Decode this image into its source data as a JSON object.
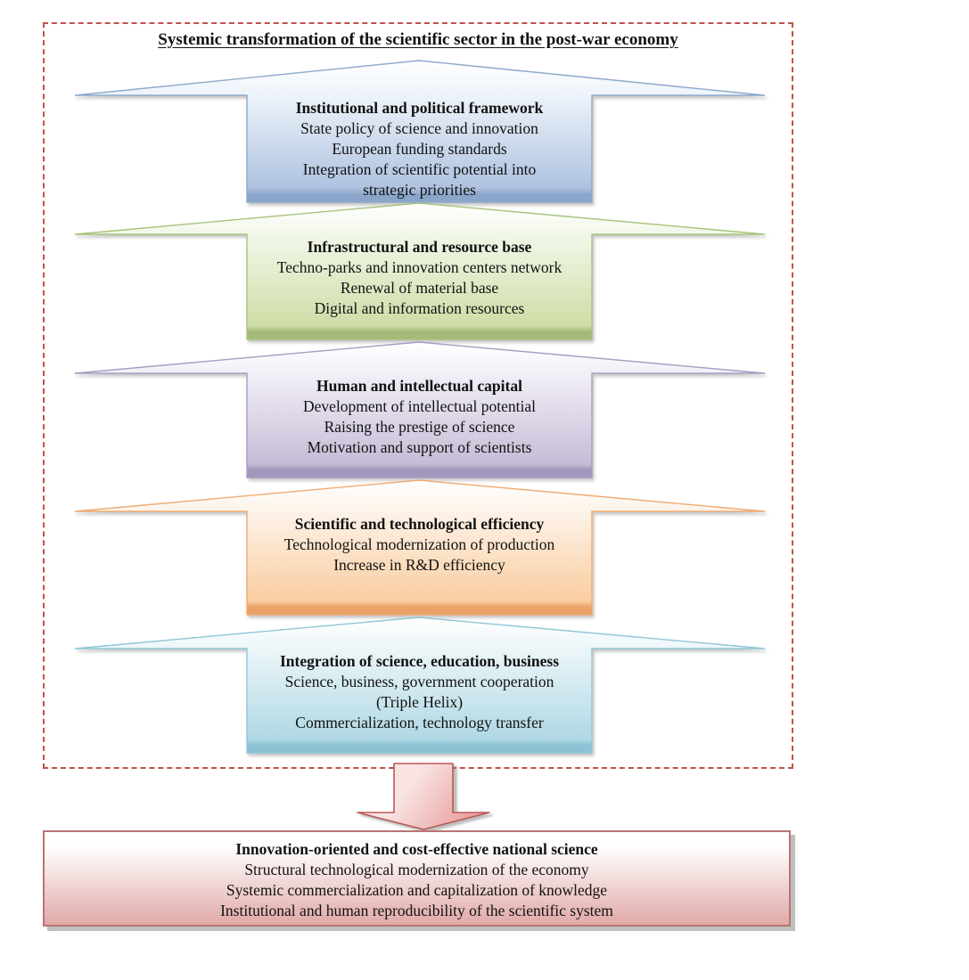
{
  "title": "Systemic transformation of the scientific sector in the post-war economy",
  "frame": {
    "border_color": "#c0504d"
  },
  "sections": [
    {
      "title": "Institutional and political framework",
      "lines": [
        "State policy of science and innovation",
        "European funding standards",
        "Integration of scientific potential into",
        "strategic priorities"
      ],
      "colors": {
        "border": "#8ea9cc",
        "light": "#edf3fa",
        "dark": "#aec2df",
        "bevel": "#8ba5ca"
      }
    },
    {
      "title": "Infrastructural and resource base",
      "lines": [
        "Techno-parks and innovation centers network",
        "Renewal of material base",
        "Digital and information resources"
      ],
      "colors": {
        "border": "#a8c37c",
        "light": "#f2f7e9",
        "dark": "#cedda7",
        "bevel": "#a4ba79"
      }
    },
    {
      "title": "Human and intellectual capital",
      "lines": [
        "Development of intellectual potential",
        "Raising the prestige of science",
        "Motivation and support of scientists"
      ],
      "colors": {
        "border": "#a89cc2",
        "light": "#f2eff7",
        "dark": "#c6bcd6",
        "bevel": "#a196bb"
      }
    },
    {
      "title": "Scientific and technological efficiency",
      "lines": [
        "Technological modernization of production",
        "Increase in R&D efficiency"
      ],
      "colors": {
        "border": "#eda striking",
        "light": "#fdf3e9",
        "dark": "#f9cda0",
        "bevel": "#e9a267"
      }
    },
    {
      "title": "Integration of science, education, business",
      "lines": [
        "Science, business, government cooperation",
        "(Triple Helix)",
        "Commercialization, technology transfer"
      ],
      "colors": {
        "border": "#90c7d8",
        "light": "#ecf6f9",
        "dark": "#b0d8e4",
        "bevel": "#8cc3d4"
      }
    }
  ],
  "arrow": {
    "colors": {
      "light": "#f9e4e3",
      "dark": "#e8a3a1",
      "border": "#ba5856"
    }
  },
  "outcome": {
    "title": "Innovation-oriented and cost-effective national science",
    "lines": [
      "Structural technological modernization of the economy",
      "Systemic commercialization and capitalization of knowledge",
      "Institutional and human reproducibility of the scientific system"
    ],
    "colors": {
      "border": "#b87472",
      "top": "#fffefe",
      "bottom": "#e0a9a8"
    }
  }
}
